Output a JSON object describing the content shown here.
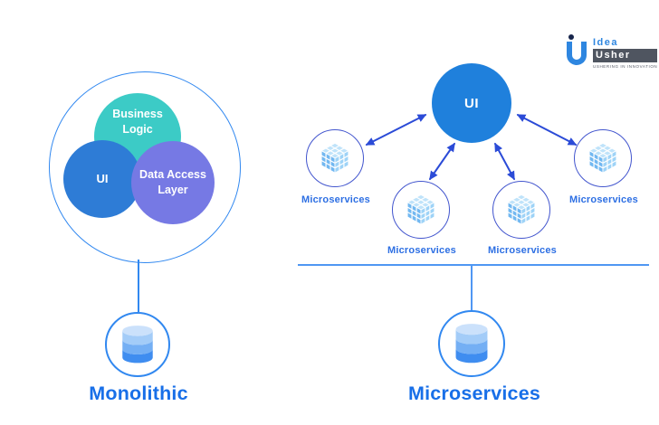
{
  "logo": {
    "brand_top": "Idea",
    "brand_bottom": "Usher",
    "tagline": "USHERING IN INNOVATION",
    "colors": {
      "mark_blue": "#2E86E0",
      "dot_navy": "#17254C",
      "badge_bg": "#4F5560"
    }
  },
  "monolithic": {
    "title": "Monolithic",
    "outer_ring_color": "#3188F0",
    "venn": {
      "business_logic": {
        "line1": "Business",
        "line2": "Logic",
        "color": "#3CCBC6"
      },
      "ui": {
        "label": "UI",
        "color": "#2E7CD6"
      },
      "data_access": {
        "line1": "Data Access",
        "line2": "Layer",
        "color": "#7679E4"
      }
    },
    "database_icon": "database-cylinder"
  },
  "microservices": {
    "title": "Microservices",
    "ui_node": {
      "label": "UI",
      "fill": "#1F80DC"
    },
    "nodes": [
      {
        "label": "Microservices",
        "icon": "stacked-cubes"
      },
      {
        "label": "Microservices",
        "icon": "stacked-cubes"
      },
      {
        "label": "Microservices",
        "icon": "stacked-cubes"
      },
      {
        "label": "Microservices",
        "icon": "stacked-cubes"
      }
    ],
    "node_outline_color": "#4356CE",
    "arrow_color": "#2B4BD7",
    "label_color": "#2D6FE3",
    "database_icon": "database-cylinder"
  },
  "shared": {
    "title_color": "#186FE8",
    "connector_color": "#4F97F3"
  }
}
